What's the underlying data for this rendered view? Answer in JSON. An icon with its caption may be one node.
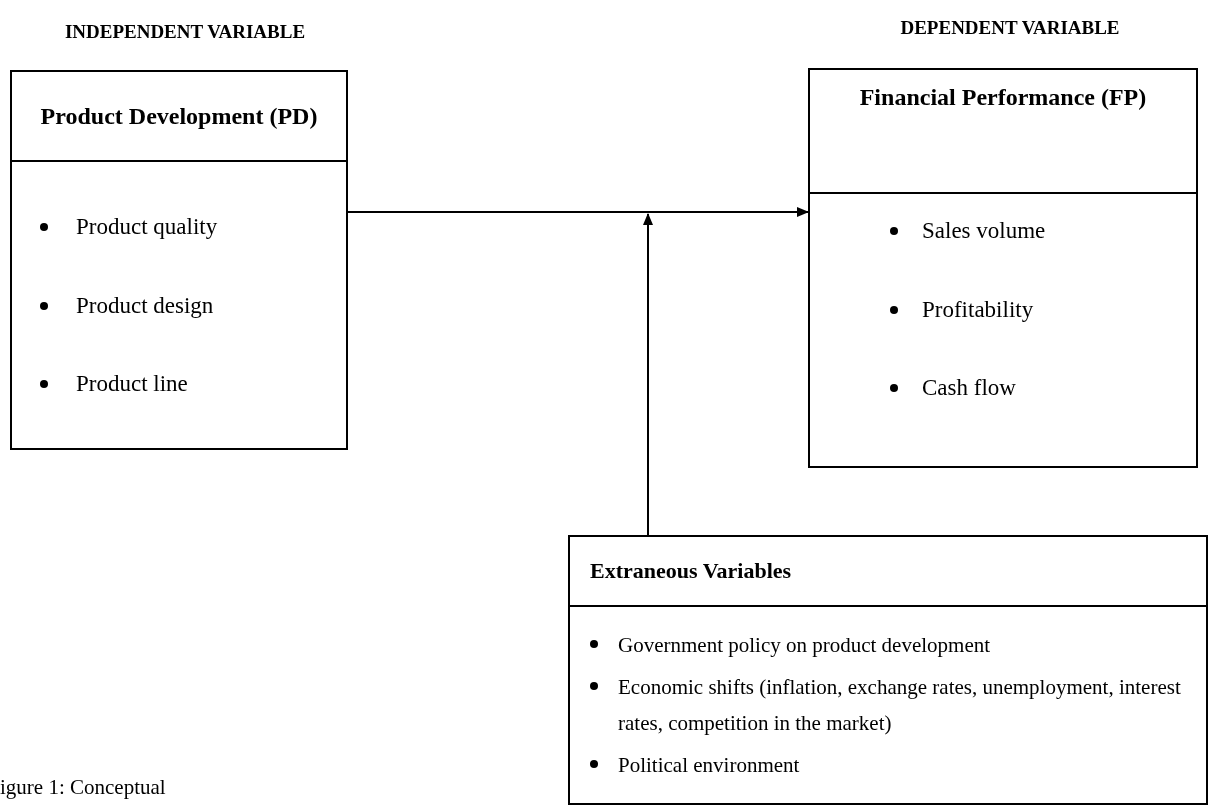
{
  "diagram": {
    "caption": "igure 1: Conceptual",
    "nodes": [
      {
        "text": [
          "Product Development (PD)",
          "Product quality",
          "Product design",
          "Product line"
        ]
      },
      {
        "text": [
          "Financial Performance (FP)",
          "Sales volume",
          "Profitability",
          "Cash flow"
        ]
      },
      {
        "text": [
          "Extraneous Variables",
          "Government policy  on product development",
          "Economic shifts (inflation, exchange rates, unemployment, interest rates, competition in the market)",
          "Political environment"
        ]
      }
    ],
    "edges": [
      {
        "from": 0,
        "to": 1,
        "arrow": "to"
      },
      {
        "from": 2,
        "to": null,
        "arrow": "to"
      }
    ],
    "labels": [
      "INDEPENDENT VARIABLE",
      "DEPENDENT VARIABLE"
    ]
  }
}
